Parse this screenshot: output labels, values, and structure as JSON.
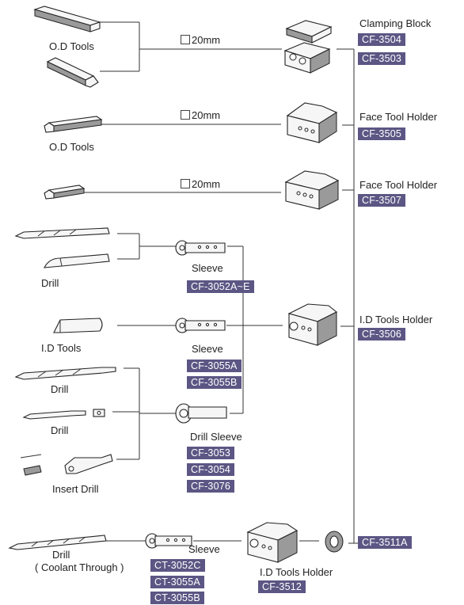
{
  "nodes": {
    "od_tools_1": "O.D Tools",
    "od_tools_2": "O.D Tools",
    "drill_1": "Drill",
    "id_tools": "I.D Tools",
    "drill_2": "Drill",
    "drill_3": "Drill",
    "insert_drill": "Insert Drill",
    "drill_coolant_1": "Drill",
    "drill_coolant_2": "( Coolant Through )",
    "sleeve_1": "Sleeve",
    "sleeve_2": "Sleeve",
    "drill_sleeve": "Drill Sleeve",
    "sleeve_3": "Sleeve",
    "id_tools_holder_bottom": "I.D Tools Holder",
    "clamping_block": "Clamping Block",
    "face_tool_holder_1": "Face Tool Holder",
    "face_tool_holder_2": "Face Tool Holder",
    "id_tools_holder": "I.D Tools Holder"
  },
  "dims": {
    "dim_1": "20mm",
    "dim_2": "20mm",
    "dim_3": "20mm"
  },
  "codes": {
    "cf3504": "CF-3504",
    "cf3503": "CF-3503",
    "cf3505": "CF-3505",
    "cf3507": "CF-3507",
    "cf3506": "CF-3506",
    "cf3511a": "CF-3511A",
    "cf3052ae": "CF-3052A~E",
    "cf3055a": "CF-3055A",
    "cf3055b": "CF-3055B",
    "cf3053": "CF-3053",
    "cf3054": "CF-3054",
    "cf3076": "CF-3076",
    "ct3052c": "CT-3052C",
    "ct3055a": "CT-3055A",
    "ct3055b": "CT-3055B",
    "cf3512": "CF-3512"
  },
  "colors": {
    "code_bg": "#5c5684",
    "code_text": "#ffffff",
    "line": "#333333"
  },
  "icons": [
    "tool-bit-icon",
    "drill-bit-icon",
    "boring-bar-icon",
    "sleeve-icon",
    "holder-block-icon",
    "ring-icon"
  ]
}
